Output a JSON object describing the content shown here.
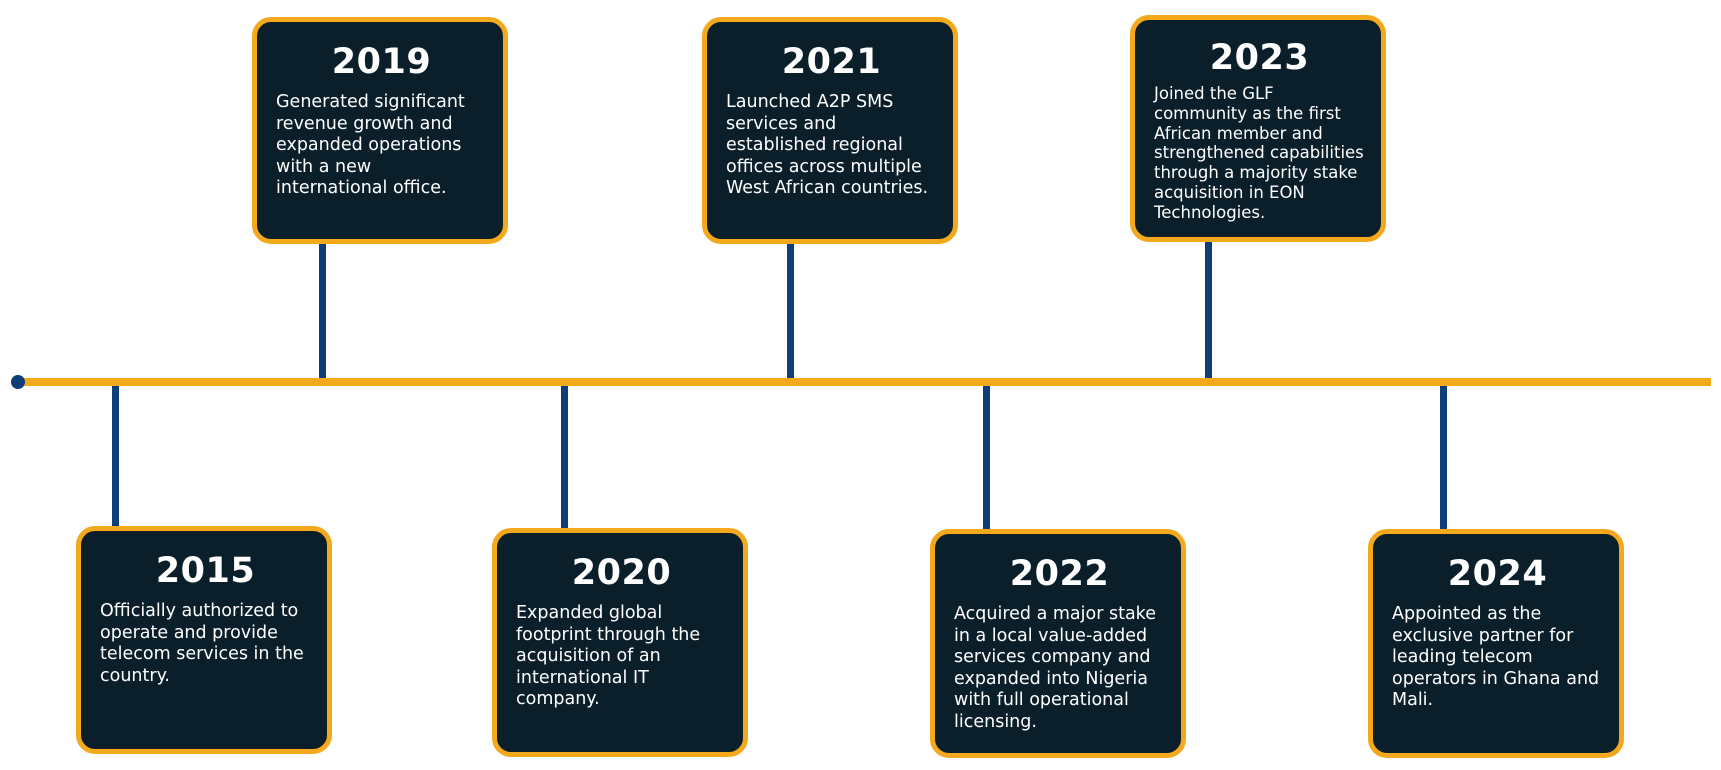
{
  "timeline": {
    "events": [
      {
        "year": "2015",
        "description": "Officially authorized to operate and provide telecom services in the country."
      },
      {
        "year": "2019",
        "description": "Generated significant revenue growth and expanded operations with a new international office."
      },
      {
        "year": "2020",
        "description": "Expanded global footprint through the acquisition of an international IT company."
      },
      {
        "year": "2021",
        "description": "Launched A2P SMS services and established regional offices across multiple West African countries."
      },
      {
        "year": "2022",
        "description": "Acquired a major stake in a local value-added services company and expanded into Nigeria with full operational licensing."
      },
      {
        "year": "2023",
        "description": "Joined the GLF community as the first African member and strengthened capabilities through a majority stake acquisition in EON Technologies."
      },
      {
        "year": "2024",
        "description": "Appointed as the exclusive partner for leading telecom operators in Ghana and Mali."
      }
    ]
  },
  "colors": {
    "accent": "#f4a91d",
    "card_background": "#0b1f2a",
    "connector": "#0e3e7a",
    "text": "#ffffff"
  }
}
